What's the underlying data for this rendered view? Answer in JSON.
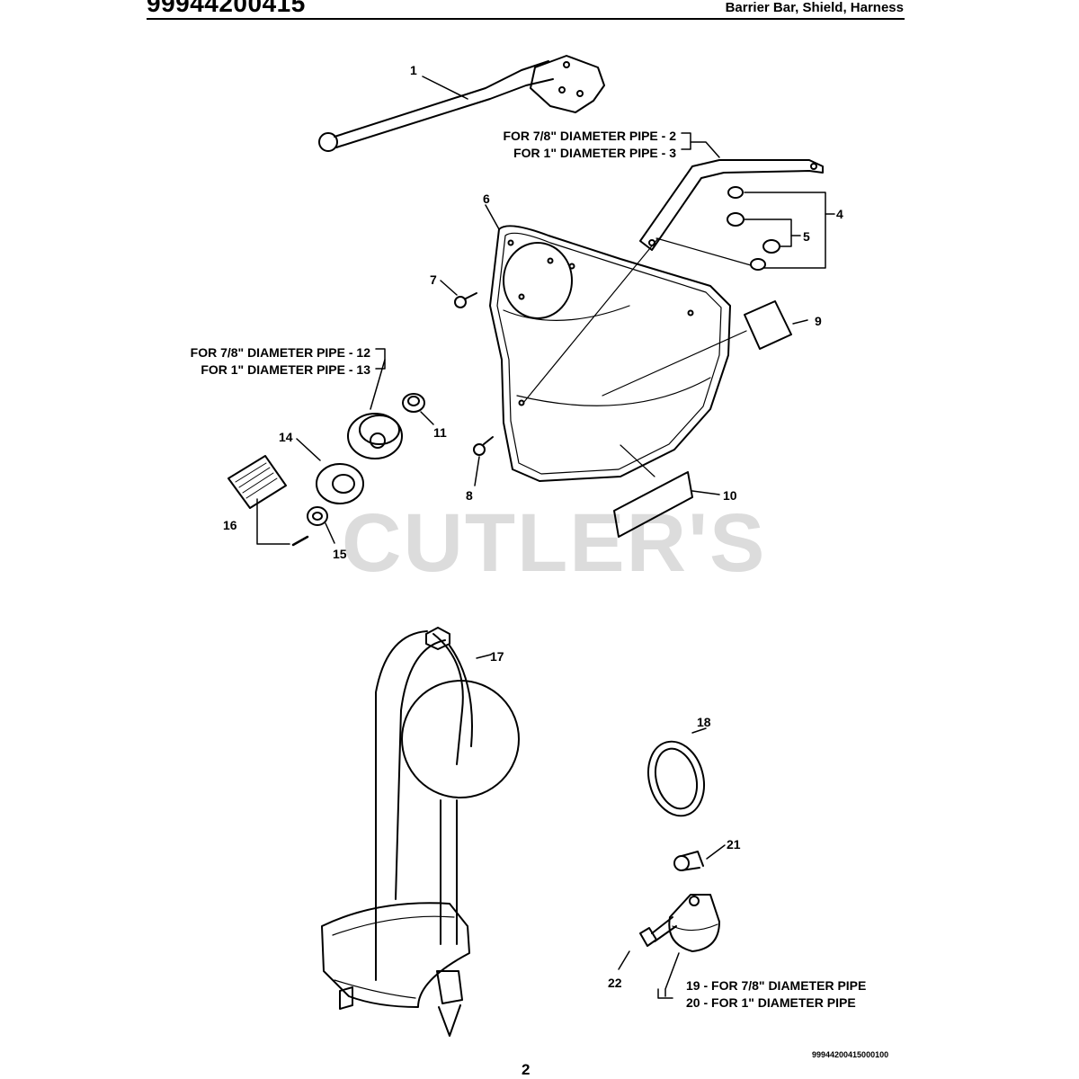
{
  "header": {
    "part_number": "99944200415",
    "title": "Barrier Bar, Shield, Harness"
  },
  "callouts": {
    "c1": "1",
    "c4": "4",
    "c5": "5",
    "c6": "6",
    "c7": "7",
    "c8": "8",
    "c9": "9",
    "c10": "10",
    "c11": "11",
    "c14": "14",
    "c15": "15",
    "c16": "16",
    "c17": "17",
    "c18": "18",
    "c21": "21",
    "c22": "22"
  },
  "notes": {
    "bracket_a_line1": "FOR 7/8\"  DIAMETER PIPE - 2",
    "bracket_a_line2": "FOR 1\"  DIAMETER PIPE - 3",
    "adapter_line1": "FOR 7/8\"  DIAMETER PIPE - 12",
    "adapter_line2": "FOR 1\"  DIAMETER PIPE - 13",
    "clamp_line1": "19  - FOR 7/8\"  DIAMETER PIPE",
    "clamp_line2": "20  - FOR 1\"  DIAMETER PIPE"
  },
  "watermark": "CUTLER'S",
  "footer": {
    "page_number": "2",
    "figure_code": "99944200415000100"
  }
}
